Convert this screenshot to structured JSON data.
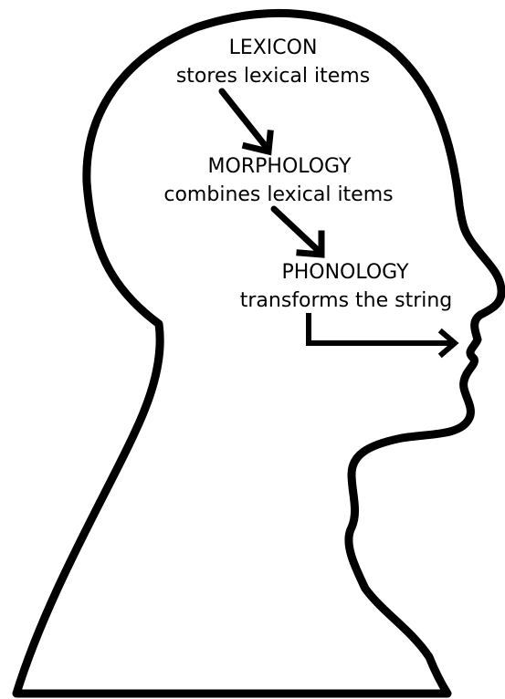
{
  "stages": [
    {
      "title": "LEXICON",
      "description": "stores lexical items"
    },
    {
      "title": "MORPHOLOGY",
      "description": "combines lexical items"
    },
    {
      "title": "PHONOLOGY",
      "description": "transforms the string"
    }
  ],
  "colors": {
    "stroke": "#000000",
    "background": "#ffffff"
  }
}
